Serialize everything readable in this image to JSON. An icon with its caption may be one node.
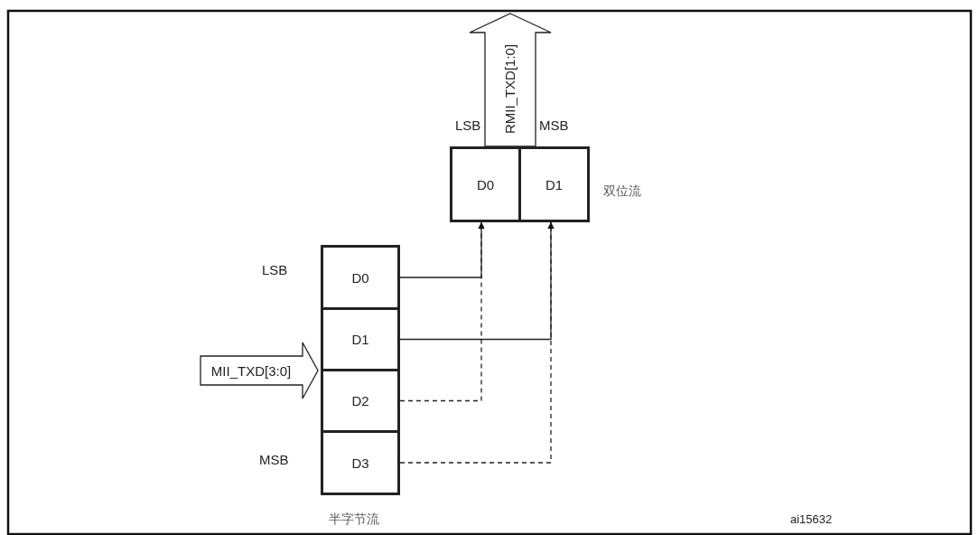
{
  "diagram": {
    "nodes": [
      {
        "text": [
          "D0"
        ]
      },
      {
        "text": [
          "D1"
        ],
        "beside": [
          "双位流"
        ]
      },
      {
        "text": [
          "D0"
        ],
        "beside": [
          "LSB"
        ]
      },
      {
        "text": [
          "D1"
        ]
      },
      {
        "text": [
          "D2"
        ]
      },
      {
        "text": [
          "D3"
        ],
        "beside": [
          "MSB",
          "半字节流"
        ]
      },
      {
        "text": [
          "MII_TXD[3:0]"
        ]
      },
      {
        "text": [
          "RMII_TXD[1:0]"
        ]
      }
    ],
    "edges": [
      {
        "from": 4,
        "to": 0,
        "arrow": "to",
        "style": "dashed"
      },
      {
        "from": 5,
        "to": 1,
        "arrow": "to",
        "style": "dashed"
      },
      {
        "from": 2,
        "to": 0,
        "arrow": "to"
      },
      {
        "from": 3,
        "to": 1,
        "arrow": "to"
      }
    ],
    "labels": [
      "LSB",
      "MSB",
      "ai15632"
    ]
  }
}
